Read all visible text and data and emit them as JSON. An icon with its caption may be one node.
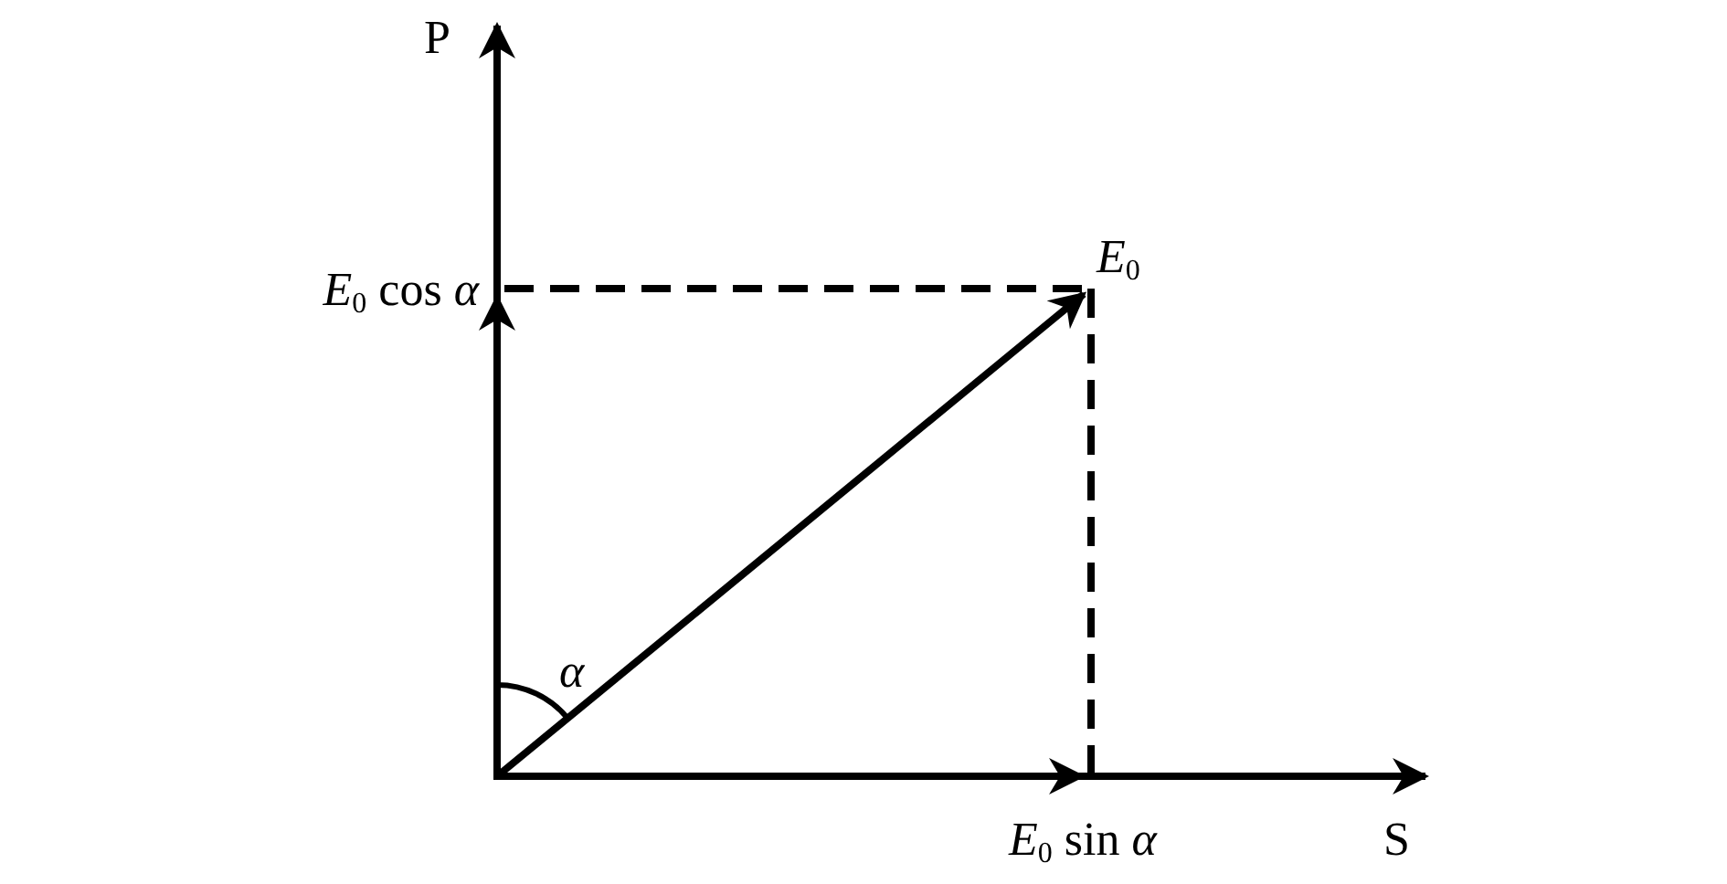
{
  "diagram": {
    "labels": [
      "P",
      "*E*$_{0}$ cos *α*",
      "*E*$_{0}$",
      "α",
      "*E*$_{0}$ sin *α*",
      "S"
    ]
  }
}
